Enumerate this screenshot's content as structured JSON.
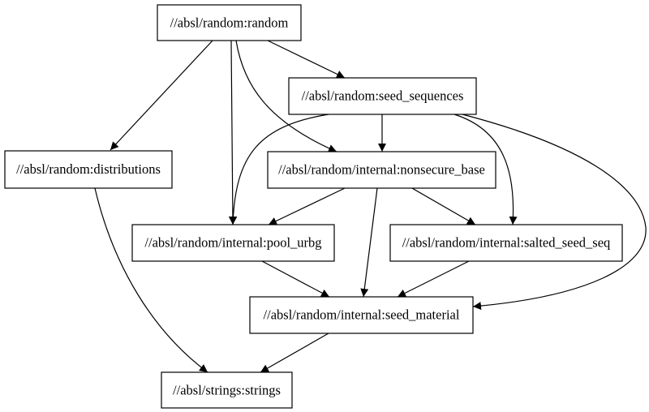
{
  "diagram": {
    "nodes": {
      "random": "//absl/random:random",
      "seed_sequences": "//absl/random:seed_sequences",
      "distributions": "//absl/random:distributions",
      "nonsecure_base": "//absl/random/internal:nonsecure_base",
      "pool_urbg": "//absl/random/internal:pool_urbg",
      "salted_seed_seq": "//absl/random/internal:salted_seed_seq",
      "seed_material": "//absl/random/internal:seed_material",
      "strings": "//absl/strings:strings"
    },
    "edges": [
      {
        "from": "random",
        "to": "seed_sequences"
      },
      {
        "from": "random",
        "to": "distributions"
      },
      {
        "from": "random",
        "to": "pool_urbg"
      },
      {
        "from": "random",
        "to": "nonsecure_base"
      },
      {
        "from": "seed_sequences",
        "to": "nonsecure_base"
      },
      {
        "from": "seed_sequences",
        "to": "pool_urbg"
      },
      {
        "from": "seed_sequences",
        "to": "salted_seed_seq"
      },
      {
        "from": "seed_sequences",
        "to": "seed_material"
      },
      {
        "from": "distributions",
        "to": "strings"
      },
      {
        "from": "nonsecure_base",
        "to": "pool_urbg"
      },
      {
        "from": "nonsecure_base",
        "to": "salted_seed_seq"
      },
      {
        "from": "nonsecure_base",
        "to": "seed_material"
      },
      {
        "from": "pool_urbg",
        "to": "seed_material"
      },
      {
        "from": "salted_seed_seq",
        "to": "seed_material"
      },
      {
        "from": "seed_material",
        "to": "strings"
      }
    ]
  }
}
